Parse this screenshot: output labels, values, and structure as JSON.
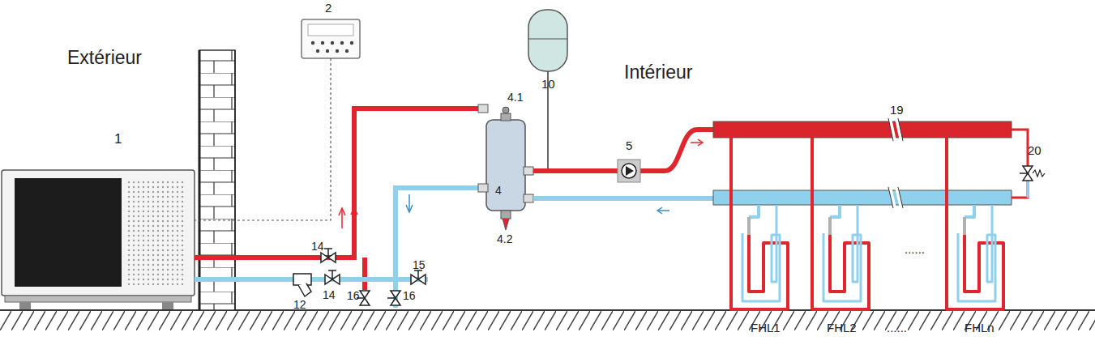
{
  "diagram": {
    "labels": [
      "Extérieur",
      "Intérieur",
      "1",
      "2",
      "10",
      "4.1",
      "4",
      "4.2",
      "5",
      "19",
      "20",
      "14",
      "14",
      "12",
      "16",
      "16",
      "15",
      "FHL1",
      "FHL2",
      "......",
      "FHLn",
      "......"
    ]
  }
}
